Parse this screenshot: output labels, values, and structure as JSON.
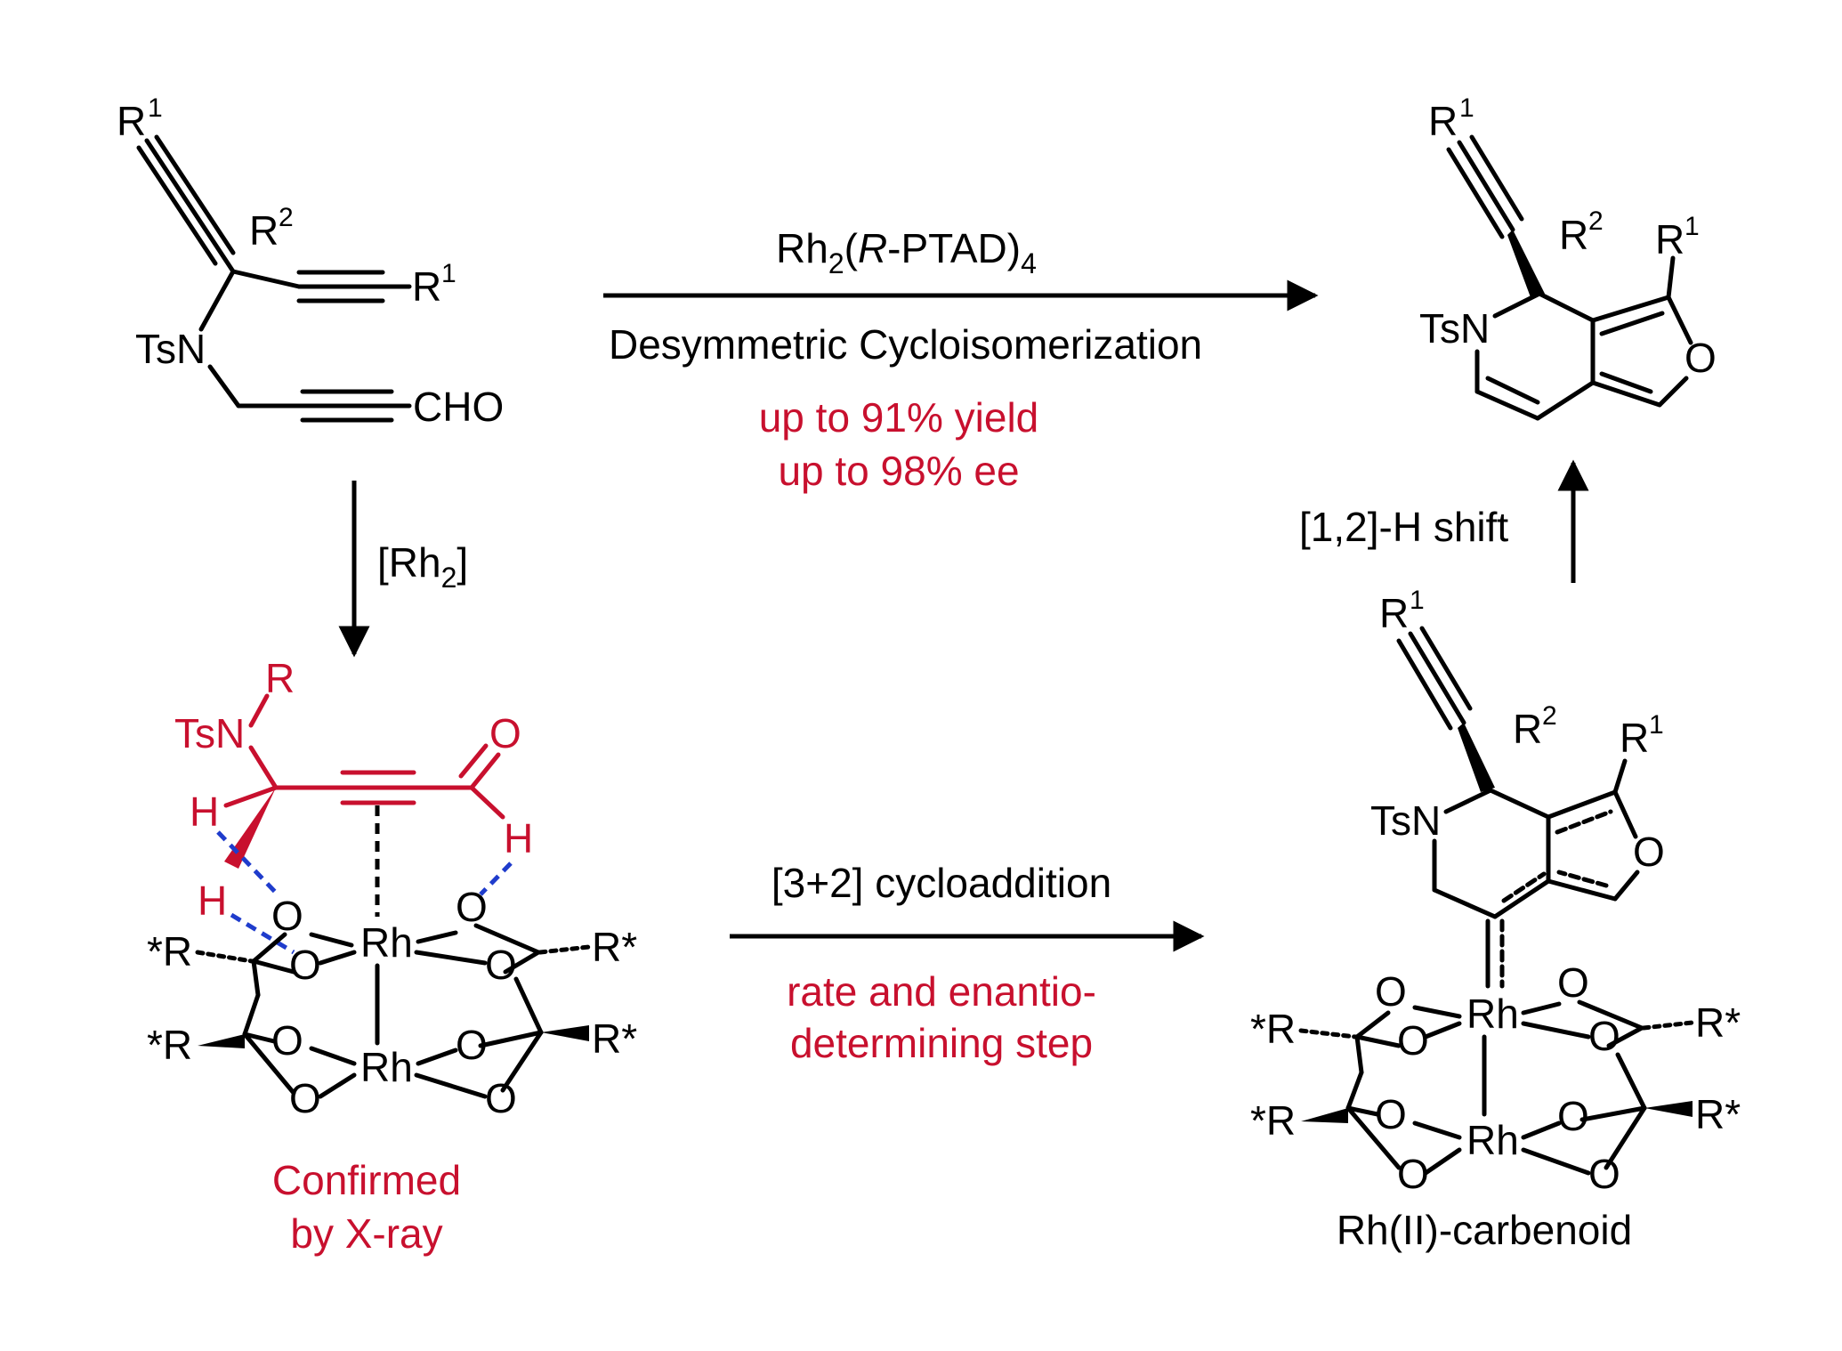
{
  "reaction": {
    "catalyst_pre": "Rh",
    "catalyst_sub2": "2",
    "catalyst_paren_open": "(",
    "catalyst_italic": "R",
    "catalyst_rest": "-PTAD)",
    "catalyst_sub4": "4",
    "name": "Desymmetric Cycloisomerization",
    "yield": "up to 91% yield",
    "ee": "up to 98% ee"
  },
  "down_step": {
    "open": "[Rh",
    "sub": "2",
    "close": "]"
  },
  "cyclo_step": {
    "label": "[3+2] cycloaddition",
    "note_line1": "rate and enantio-",
    "note_line2": "determining step"
  },
  "shift_step": {
    "label": "[1,2]-H shift"
  },
  "xray_caption": {
    "line1": "Confirmed",
    "line2": "by X-ray"
  },
  "carbenoid_caption": "Rh(II)-carbenoid",
  "atoms": {
    "R": "R",
    "sup1": "1",
    "sup2": "2",
    "TsN": "TsN",
    "CHO": "CHO",
    "O": "O",
    "H": "H",
    "Rh": "Rh",
    "Rstar_left": "*R",
    "Rstar_right": "R*"
  },
  "colors": {
    "ink": "#000000",
    "highlight": "#c8102e",
    "h_bond": "#1f3ccc"
  }
}
